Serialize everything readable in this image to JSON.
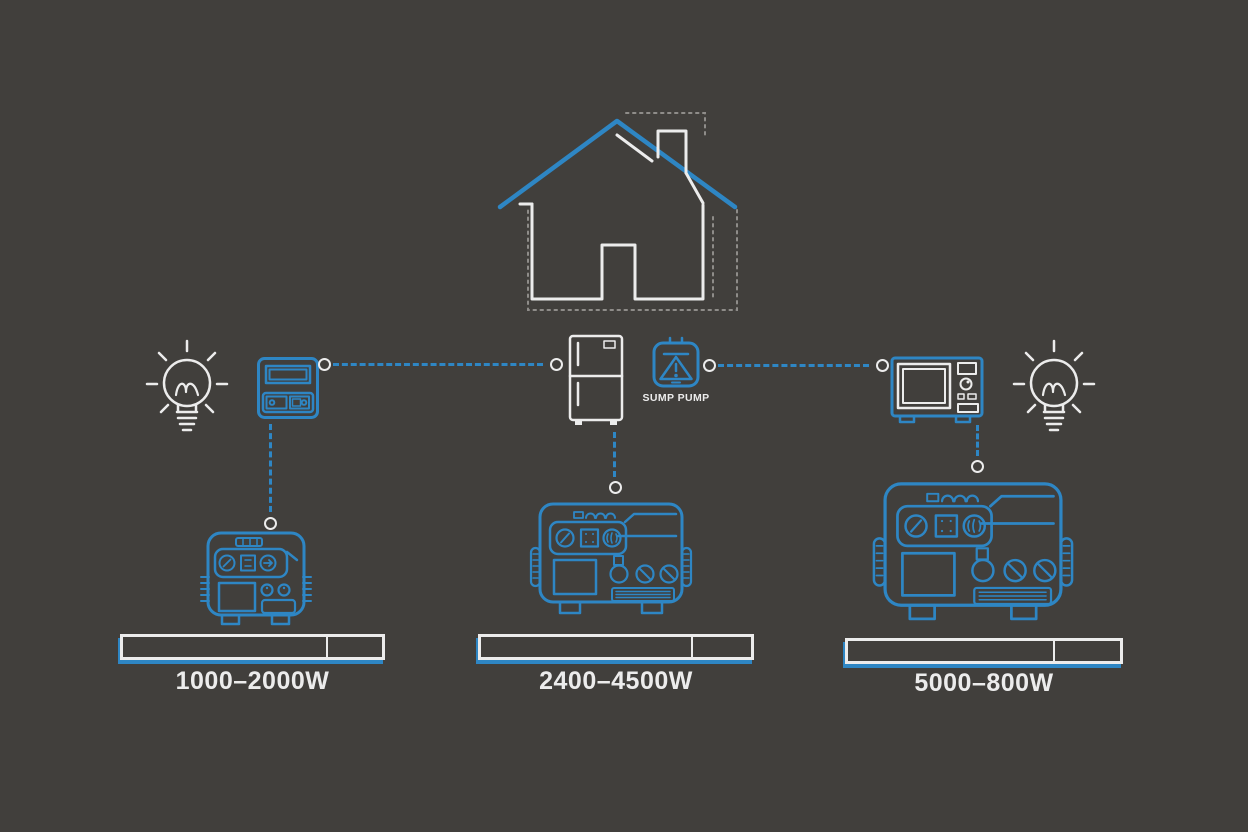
{
  "colors": {
    "background": "#413f3c",
    "accent": "#2e86c4",
    "line": "#ececec",
    "dash": "#8f8d8a"
  },
  "icons": {
    "house": "house-outline",
    "bulb_left": "lightbulb",
    "transfer_switch": "transfer-switch-panel",
    "refrigerator": "refrigerator",
    "sump_pump": "sump-pump",
    "microwave": "microwave",
    "bulb_right": "lightbulb",
    "generator_small": "portable-generator-small",
    "generator_medium": "portable-generator-medium",
    "generator_large": "portable-generator-large"
  },
  "labels": {
    "sump_pump": "SUMP PUMP"
  },
  "generators": [
    {
      "size": "small",
      "wattage": "1000–2000W"
    },
    {
      "size": "medium",
      "wattage": "2400–4500W"
    },
    {
      "size": "large",
      "wattage": "5000–800W"
    }
  ]
}
